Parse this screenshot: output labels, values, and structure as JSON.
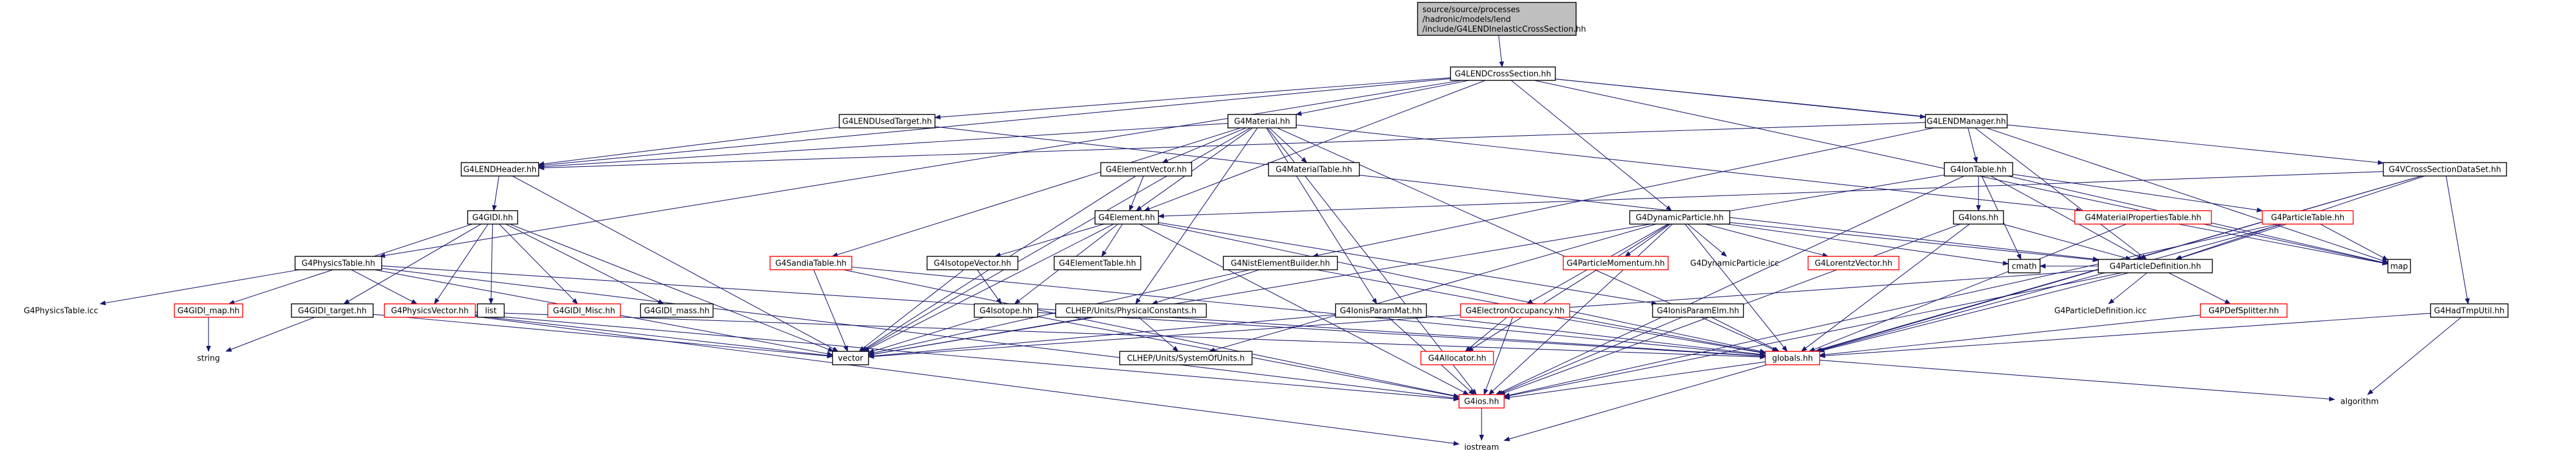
{
  "colors": {
    "edge": "#191970",
    "node_border": "#000000",
    "missing_border": "#ff0000",
    "root_fill": "#bfbfbf",
    "background": "#ffffff"
  },
  "root": {
    "id": "root",
    "lines": [
      "source/source/processes",
      "/hadronic/models/lend",
      "/include/G4LENDInelasticCrossSection.hh"
    ]
  },
  "nodes": [
    {
      "id": "lendcs",
      "label": "G4LENDCrossSection.hh"
    },
    {
      "id": "lendused",
      "label": "G4LENDUsedTarget.hh"
    },
    {
      "id": "material",
      "label": "G4Material.hh"
    },
    {
      "id": "lendmgr",
      "label": "G4LENDManager.hh"
    },
    {
      "id": "vcsds",
      "label": "G4VCrossSectionDataSet.hh"
    },
    {
      "id": "lendheader",
      "label": "G4LENDHeader.hh"
    },
    {
      "id": "elemvec",
      "label": "G4ElementVector.hh"
    },
    {
      "id": "mattable",
      "label": "G4MaterialTable.hh"
    },
    {
      "id": "iontable",
      "label": "G4IonTable.hh"
    },
    {
      "id": "gidi",
      "label": "G4GIDI.hh"
    },
    {
      "id": "element",
      "label": "G4Element.hh"
    },
    {
      "id": "dynpart",
      "label": "G4DynamicParticle.hh"
    },
    {
      "id": "ions",
      "label": "G4Ions.hh"
    },
    {
      "id": "matprop",
      "label": "G4MaterialPropertiesTable.hh",
      "missing": true
    },
    {
      "id": "parttable",
      "label": "G4ParticleTable.hh",
      "missing": true
    },
    {
      "id": "physicstable",
      "label": "G4PhysicsTable.hh"
    },
    {
      "id": "sandia",
      "label": "G4SandiaTable.hh",
      "missing": true
    },
    {
      "id": "isovec",
      "label": "G4IsotopeVector.hh"
    },
    {
      "id": "elemtable",
      "label": "G4ElementTable.hh"
    },
    {
      "id": "nistbuilder",
      "label": "G4NistElementBuilder.hh"
    },
    {
      "id": "partmom",
      "label": "G4ParticleMomentum.hh",
      "missing": true
    },
    {
      "id": "dynpartcc",
      "label": "G4DynamicParticle.icc",
      "bare": true
    },
    {
      "id": "lorentz",
      "label": "G4LorentzVector.hh",
      "missing": true
    },
    {
      "id": "cmath",
      "label": "cmath"
    },
    {
      "id": "partdef",
      "label": "G4ParticleDefinition.hh"
    },
    {
      "id": "map",
      "label": "map"
    },
    {
      "id": "physicstableicc",
      "label": "G4PhysicsTable.icc",
      "bare": true
    },
    {
      "id": "gidimap",
      "label": "G4GIDI_map.hh",
      "missing": true
    },
    {
      "id": "gidimisc",
      "label": "G4GIDI_Misc.hh",
      "missing": true
    },
    {
      "id": "gidimass",
      "label": "G4GIDI_mass.hh"
    },
    {
      "id": "list",
      "label": "list"
    },
    {
      "id": "gidatarget",
      "label": "G4GIDI_target.hh"
    },
    {
      "id": "physvec",
      "label": "G4PhysicsVector.hh",
      "missing": true
    },
    {
      "id": "isotope",
      "label": "G4Isotope.hh"
    },
    {
      "id": "physconst",
      "label": "CLHEP/Units/PhysicalConstants.h"
    },
    {
      "id": "ionparammat",
      "label": "G4IonisParamMat.hh"
    },
    {
      "id": "electronocc",
      "label": "G4ElectronOccupancy.hh",
      "missing": true
    },
    {
      "id": "ionparamelm",
      "label": "G4IonisParamElm.hh"
    },
    {
      "id": "partdeficc",
      "label": "G4ParticleDefinition.icc",
      "bare": true
    },
    {
      "id": "pdgsplitter",
      "label": "G4PDefSplitter.hh",
      "missing": true
    },
    {
      "id": "hadtmputil",
      "label": "G4HadTmpUtil.hh"
    },
    {
      "id": "string",
      "label": "string",
      "bare": true
    },
    {
      "id": "vector",
      "label": "vector"
    },
    {
      "id": "unitssys",
      "label": "CLHEP/Units/SystemOfUnits.h"
    },
    {
      "id": "allocator",
      "label": "G4Allocator.hh",
      "missing": true
    },
    {
      "id": "globals",
      "label": "globals.hh",
      "missing": true
    },
    {
      "id": "algorithm",
      "label": "algorithm",
      "bare": true
    },
    {
      "id": "g4ios",
      "label": "G4ios.hh",
      "missing": true
    },
    {
      "id": "iostream",
      "label": "iostream",
      "bare": true
    }
  ],
  "edges": [
    [
      "root",
      "lendcs"
    ],
    [
      "lendcs",
      "lendused"
    ],
    [
      "lendcs",
      "material"
    ],
    [
      "lendcs",
      "lendmgr"
    ],
    [
      "lendcs",
      "vcsds"
    ],
    [
      "lendcs",
      "lendheader"
    ],
    [
      "lendcs",
      "physicstable"
    ],
    [
      "lendcs",
      "dynpart"
    ],
    [
      "lendcs",
      "element"
    ],
    [
      "lendcs",
      "map"
    ],
    [
      "lendused",
      "lendheader"
    ],
    [
      "lendused",
      "partdef"
    ],
    [
      "material",
      "elemvec"
    ],
    [
      "material",
      "mattable"
    ],
    [
      "material",
      "element"
    ],
    [
      "material",
      "sandia"
    ],
    [
      "material",
      "ionparammat"
    ],
    [
      "material",
      "matprop"
    ],
    [
      "material",
      "physconst"
    ],
    [
      "material",
      "vector"
    ],
    [
      "material",
      "globals"
    ],
    [
      "material",
      "g4ios"
    ],
    [
      "material",
      "lendheader"
    ],
    [
      "lendmgr",
      "lendheader"
    ],
    [
      "lendmgr",
      "iontable"
    ],
    [
      "lendmgr",
      "partdef"
    ],
    [
      "lendmgr",
      "nistbuilder"
    ],
    [
      "lendmgr",
      "map"
    ],
    [
      "vcsds",
      "partdef"
    ],
    [
      "vcsds",
      "element"
    ],
    [
      "vcsds",
      "hadtmputil"
    ],
    [
      "vcsds",
      "globals"
    ],
    [
      "vcsds",
      "iostream"
    ],
    [
      "lendheader",
      "gidi"
    ],
    [
      "lendheader",
      "vector"
    ],
    [
      "elemvec",
      "element"
    ],
    [
      "elemvec",
      "vector"
    ],
    [
      "iontable",
      "ions"
    ],
    [
      "iontable",
      "parttable"
    ],
    [
      "iontable",
      "partdef"
    ],
    [
      "iontable",
      "cmath"
    ],
    [
      "iontable",
      "vector"
    ],
    [
      "iontable",
      "map"
    ],
    [
      "iontable",
      "g4ios"
    ],
    [
      "gidi",
      "gidimap"
    ],
    [
      "gidi",
      "gidimisc"
    ],
    [
      "gidi",
      "gidimass"
    ],
    [
      "gidi",
      "list"
    ],
    [
      "gidi",
      "gidatarget"
    ],
    [
      "gidi",
      "physvec"
    ],
    [
      "gidi",
      "vector"
    ],
    [
      "element",
      "isovec"
    ],
    [
      "element",
      "elemtable"
    ],
    [
      "element",
      "isotope"
    ],
    [
      "element",
      "ionparamelm"
    ],
    [
      "element",
      "vector"
    ],
    [
      "element",
      "globals"
    ],
    [
      "element",
      "g4ios"
    ],
    [
      "dynpart",
      "partmom"
    ],
    [
      "dynpart",
      "dynpartcc"
    ],
    [
      "dynpart",
      "lorentz"
    ],
    [
      "dynpart",
      "partdef"
    ],
    [
      "dynpart",
      "electronocc"
    ],
    [
      "dynpart",
      "allocator"
    ],
    [
      "dynpart",
      "globals"
    ],
    [
      "dynpart",
      "unitssys"
    ],
    [
      "dynpart",
      "cmath"
    ],
    [
      "dynpart",
      "g4ios"
    ],
    [
      "ions",
      "partdef"
    ],
    [
      "ions",
      "globals"
    ],
    [
      "ions",
      "g4ios"
    ],
    [
      "matprop",
      "map"
    ],
    [
      "matprop",
      "globals"
    ],
    [
      "parttable",
      "partdef"
    ],
    [
      "parttable",
      "map"
    ],
    [
      "parttable",
      "globals"
    ],
    [
      "parttable",
      "g4ios"
    ],
    [
      "physicstable",
      "physicstableicc"
    ],
    [
      "physicstable",
      "physvec"
    ],
    [
      "physicstable",
      "vector"
    ],
    [
      "physicstable",
      "g4ios"
    ],
    [
      "physicstable",
      "globals"
    ],
    [
      "sandia",
      "vector"
    ],
    [
      "sandia",
      "g4ios"
    ],
    [
      "sandia",
      "globals"
    ],
    [
      "isovec",
      "isotope"
    ],
    [
      "isovec",
      "vector"
    ],
    [
      "nistbuilder",
      "physconst"
    ],
    [
      "nistbuilder",
      "globals"
    ],
    [
      "nistbuilder",
      "vector"
    ],
    [
      "partdef",
      "partdeficc"
    ],
    [
      "partdef",
      "pdgsplitter"
    ],
    [
      "partdef",
      "cmath"
    ],
    [
      "partdef",
      "globals"
    ],
    [
      "partdef",
      "g4ios"
    ],
    [
      "partdef",
      "vector"
    ],
    [
      "gidimap",
      "string"
    ],
    [
      "gidatarget",
      "string"
    ],
    [
      "gidatarget",
      "vector"
    ],
    [
      "physvec",
      "vector"
    ],
    [
      "physvec",
      "globals"
    ],
    [
      "physvec",
      "g4ios"
    ],
    [
      "physvec",
      "iostream"
    ],
    [
      "isotope",
      "g4ios"
    ],
    [
      "isotope",
      "globals"
    ],
    [
      "isotope",
      "vector"
    ],
    [
      "physconst",
      "unitssys"
    ],
    [
      "physconst",
      "vector"
    ],
    [
      "ionparammat",
      "globals"
    ],
    [
      "ionparammat",
      "g4ios"
    ],
    [
      "ionparammat",
      "vector"
    ],
    [
      "electronocc",
      "allocator"
    ],
    [
      "electronocc",
      "globals"
    ],
    [
      "electronocc",
      "g4ios"
    ],
    [
      "ionparamelm",
      "globals"
    ],
    [
      "ionparamelm",
      "g4ios"
    ],
    [
      "pdgsplitter",
      "globals"
    ],
    [
      "hadtmputil",
      "globals"
    ],
    [
      "hadtmputil",
      "algorithm"
    ],
    [
      "globals",
      "g4ios"
    ],
    [
      "globals",
      "algorithm"
    ],
    [
      "g4ios",
      "iostream"
    ]
  ]
}
